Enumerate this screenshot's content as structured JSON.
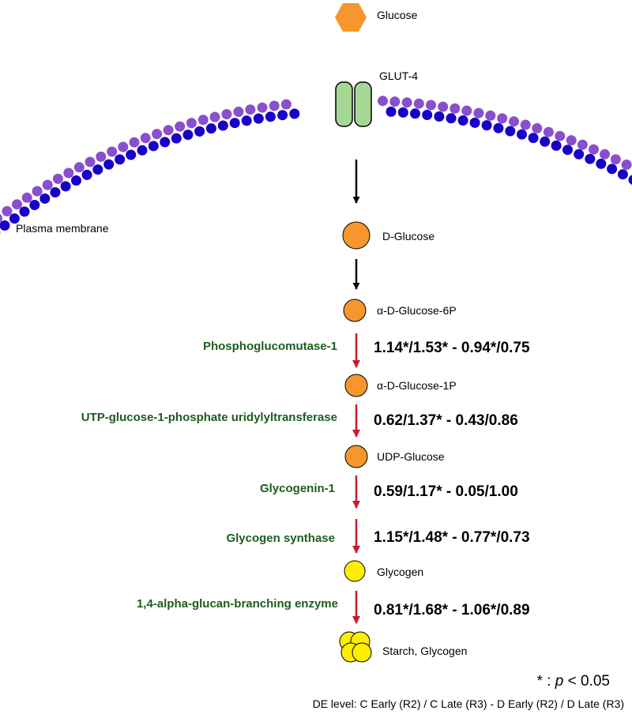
{
  "colors": {
    "lipid_outer": "#8a4fcc",
    "lipid_inner": "#1800c8",
    "transporter": "#a6d895",
    "metabolite_orange": "#f6962d",
    "metabolite_yellow": "#ffee00",
    "enzyme_text": "#1e5c1e",
    "enzyme_arrow": "#cc1a2a",
    "plain_arrow": "#000000"
  },
  "labels": {
    "glucose": "Glucose",
    "glut4": "GLUT-4",
    "plasma_membrane": "Plasma membrane",
    "d_glucose": "D-Glucose",
    "glucose_6p": "α-D-Glucose-6P",
    "glucose_1p": "α-D-Glucose-1P",
    "udp_glucose": "UDP-Glucose",
    "glycogen": "Glycogen",
    "starch_glycogen": "Starch, Glycogen"
  },
  "steps": [
    {
      "enzyme": "Phosphoglucomutase-1",
      "values": "1.14*/1.53* - 0.94*/0.75"
    },
    {
      "enzyme": "UTP-glucose-1-phosphate uridylyltransferase",
      "values": "0.62/1.37* - 0.43/0.86"
    },
    {
      "enzyme": "Glycogenin-1",
      "values": "0.59/1.17* - 0.05/1.00"
    },
    {
      "enzyme": "Glycogen synthase",
      "values": "1.15*/1.48* - 0.77*/0.73"
    },
    {
      "enzyme": "1,4-alpha-glucan-branching enzyme",
      "values": "0.81*/1.68* - 1.06*/0.89"
    }
  ],
  "footnote": {
    "p_prefix": "* : ",
    "p_symbol": "p",
    "p_suffix": " < 0.05",
    "de_level": "DE level: C Early (R2) / C Late (R3) - D Early (R2) / D Late (R3)"
  }
}
